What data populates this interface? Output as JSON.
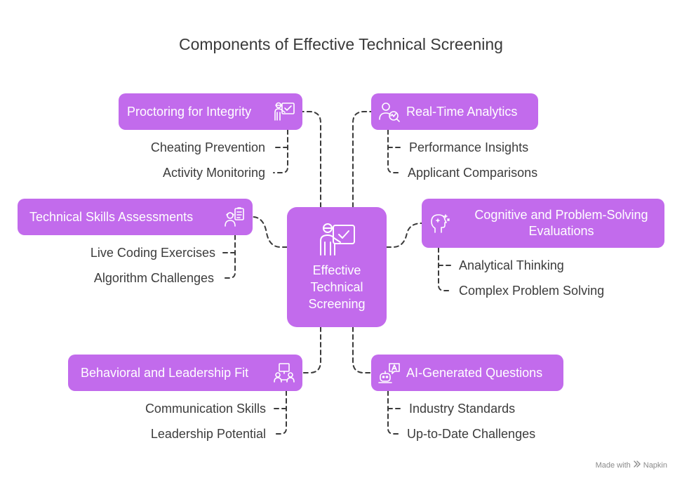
{
  "title": "Components of Effective Technical Screening",
  "center": {
    "lines": [
      "Effective",
      "Technical",
      "Screening"
    ],
    "icon": "presenter-board-icon"
  },
  "branches": {
    "proctoring": {
      "label": "Proctoring for Integrity",
      "icon": "proctor-checklist-icon",
      "items": [
        "Cheating Prevention",
        "Activity Monitoring"
      ]
    },
    "technical": {
      "label": "Technical Skills Assessments",
      "icon": "worker-clipboard-icon",
      "items": [
        "Live Coding Exercises",
        "Algorithm Challenges"
      ]
    },
    "behavioral": {
      "label": "Behavioral and Leadership Fit",
      "icon": "team-board-icon",
      "items": [
        "Communication Skills",
        "Leadership Potential"
      ]
    },
    "analytics": {
      "label": "Real-Time Analytics",
      "icon": "user-analytics-icon",
      "items": [
        "Performance Insights",
        "Applicant Comparisons"
      ]
    },
    "cognitive": {
      "label_lines": [
        "Cognitive and Problem-Solving",
        "Evaluations"
      ],
      "icon": "brain-head-icon",
      "items": [
        "Analytical Thinking",
        "Complex Problem Solving"
      ]
    },
    "ai": {
      "label": "AI-Generated Questions",
      "icon": "ai-chat-icon",
      "items": [
        "Industry Standards",
        "Up-to-Date Challenges"
      ]
    }
  },
  "footer": {
    "made_with": "Made with",
    "brand": "Napkin"
  },
  "colors": {
    "box": "#c26bec",
    "text": "#3c3c3c",
    "connector": "#3a3a3a"
  }
}
